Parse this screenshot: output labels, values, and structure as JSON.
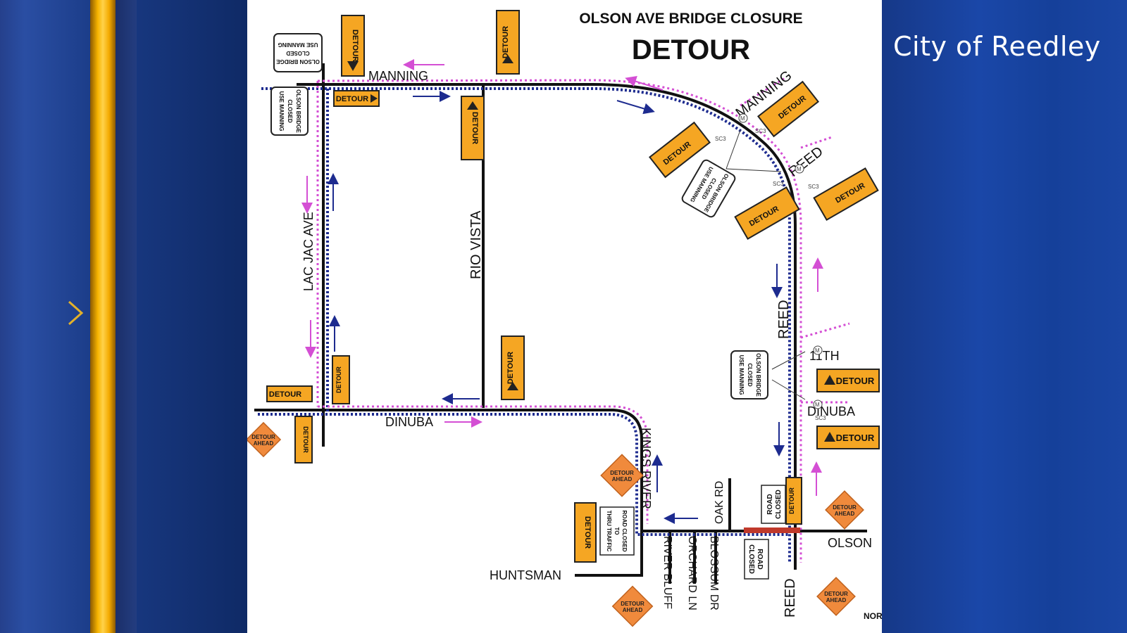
{
  "brand": {
    "name": "City of Reedley"
  },
  "map": {
    "title": "OLSON AVE BRIDGE CLOSURE",
    "subtitle": "DETOUR",
    "streets": {
      "manning": "MANNING",
      "manning_ne": "MANNING",
      "reed_ne": "REED",
      "reed_vertical": "REED",
      "reed_bottom": "REED",
      "lac_jac": "LAC JAC AVE",
      "rio_vista": "RIO VISTA",
      "dinuba": "DINUBA",
      "dinuba_east": "DINUBA",
      "eleventh": "11TH",
      "kings_river": "KINGS RIVER",
      "huntsman": "HUNTSMAN",
      "oak_rd": "OAK RD",
      "river_bluff": "RIVER BLUFF",
      "orchard_ln": "ORCHARD LN",
      "blossum_dr": "BLOSSUM DR",
      "olson": "OLSON",
      "north": "NOR"
    },
    "signs": {
      "detour": "DETOUR",
      "detour_ahead_1": "DETOUR",
      "detour_ahead_2": "AHEAD",
      "bridge_1": "OLSON BRIDGE",
      "bridge_2": "CLOSED",
      "bridge_3": "USE MANNING",
      "road_closed_1": "ROAD",
      "road_closed_2": "CLOSED",
      "thru_1": "ROAD CLOSED",
      "thru_2": "TO",
      "thru_3": "THRU TRAFFIC",
      "sc3": "SC3",
      "m": "M"
    },
    "colors": {
      "detour_route": "#d44fd4",
      "traffic_route": "#1d2b8f",
      "sign_orange": "#f5a623",
      "diamond_orange": "#f08a3c",
      "closure_red": "#c0392b"
    }
  }
}
